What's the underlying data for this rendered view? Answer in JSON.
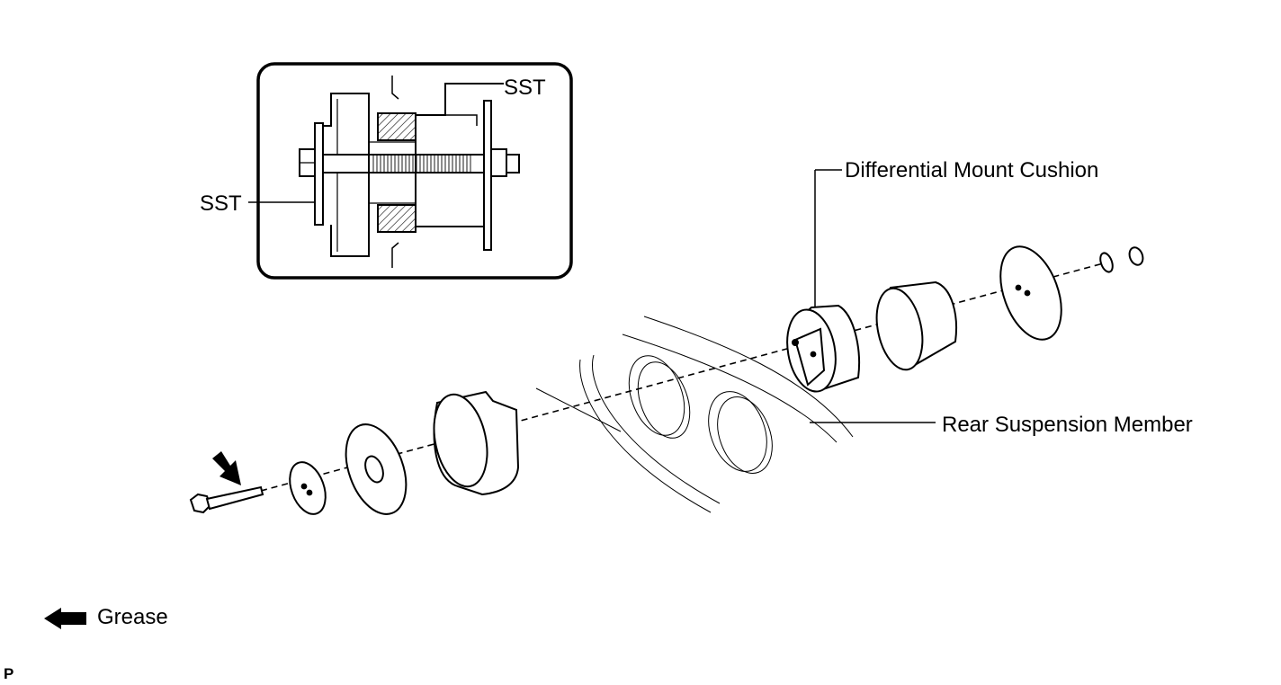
{
  "labels": {
    "sst_top": "SST",
    "sst_left": "SST",
    "differential_mount_cushion": "Differential Mount Cushion",
    "rear_suspension_member": "Rear Suspension Member",
    "grease_legend": "Grease",
    "figure_code": "P"
  },
  "colors": {
    "ink": "#000000",
    "background": "#ffffff"
  },
  "icons": {
    "grease_arrow": "left-arrow-icon"
  }
}
